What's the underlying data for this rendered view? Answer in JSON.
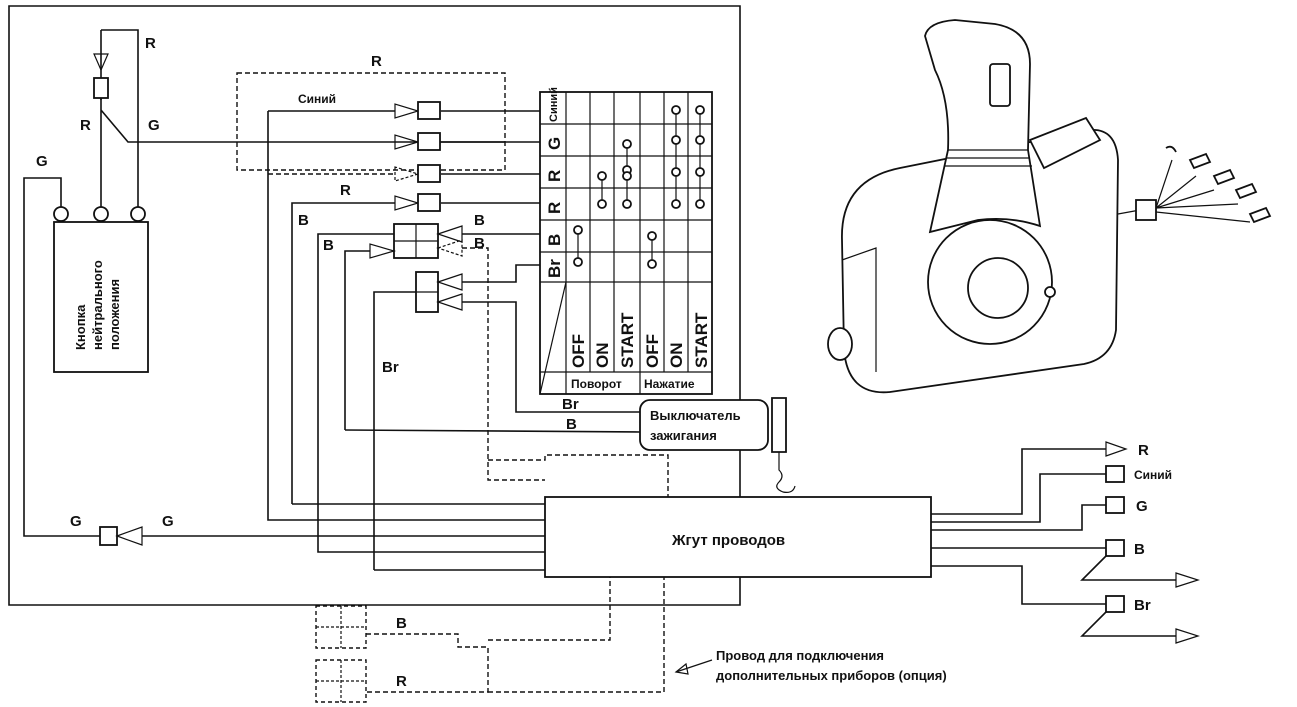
{
  "neutral_switch": {
    "label_lines": [
      "Кнопка",
      "нейтрального",
      "положения"
    ]
  },
  "wire_colors": {
    "R": "R",
    "G": "G",
    "B": "B",
    "Br": "Br",
    "blue": "Синий"
  },
  "switch_table": {
    "row_labels": [
      "Синий",
      "G",
      "R",
      "R",
      "B",
      "Br"
    ],
    "positions": [
      "OFF",
      "ON",
      "START",
      "OFF",
      "ON",
      "START"
    ],
    "groups": [
      "Поворот",
      "Нажатие"
    ]
  },
  "ignition_switch": {
    "label_lines": [
      "Выключатель",
      "зажигания"
    ]
  },
  "harness": {
    "label": "Жгут проводов"
  },
  "right_outputs": [
    "R",
    "Синий",
    "G",
    "B",
    "Br"
  ],
  "optional_wire": {
    "label_lines": [
      "Провод для подключения",
      "дополнительных приборов (опция)"
    ]
  }
}
